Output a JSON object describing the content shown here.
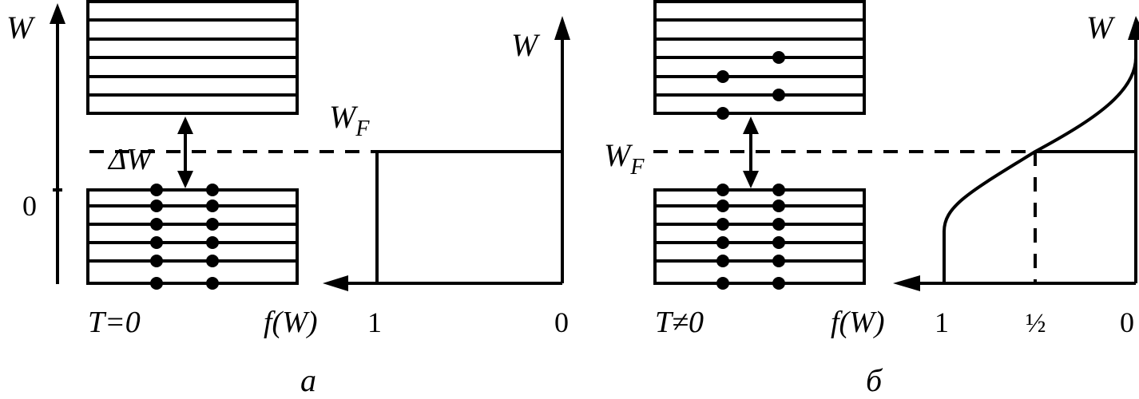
{
  "panel_a": {
    "energy_axis_label": "W",
    "zero_label": "0",
    "band_gap_label": "ΔW",
    "fermi_label_main": "W",
    "fermi_label_sub": "F",
    "fermi_axis_label": "W",
    "temperature_label": "T=0",
    "f_axis_label": "f(W)",
    "f_one_label": "1",
    "f_zero_label": "0",
    "caption": "а"
  },
  "panel_b": {
    "fermi_label_main": "W",
    "fermi_label_sub": "F",
    "fermi_axis_label": "W",
    "temperature_label": "T≠0",
    "f_axis_label": "f(W)",
    "f_one_label": "1",
    "f_half_label": "½",
    "f_zero_label": "0",
    "caption": "б"
  },
  "style": {
    "line_color": "#000000",
    "background": "#ffffff"
  }
}
